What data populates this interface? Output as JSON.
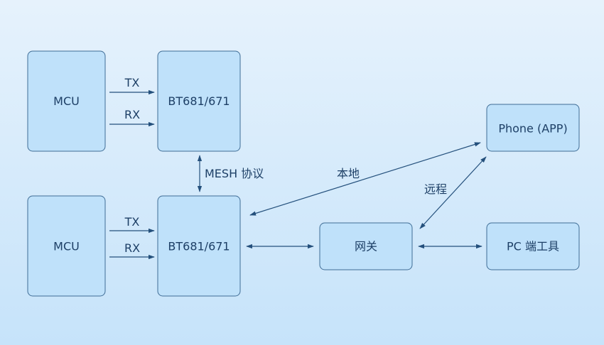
{
  "nodes": {
    "mcu_top": "MCU",
    "mcu_bottom": "MCU",
    "bt_top": "BT681/671",
    "bt_bottom": "BT681/671",
    "phone": "Phone (APP)",
    "gateway": "网关",
    "pc_tool": "PC 端工具"
  },
  "edge_labels": {
    "tx_top": "TX",
    "rx_top": "RX",
    "tx_bottom": "TX",
    "rx_bottom": "RX",
    "mesh": "MESH 协议",
    "local": "本地",
    "remote": "远程"
  },
  "colors": {
    "node_fill": "#bfe1fa",
    "node_border": "#3f6d96",
    "line": "#24507c",
    "text": "#1d3f66"
  }
}
